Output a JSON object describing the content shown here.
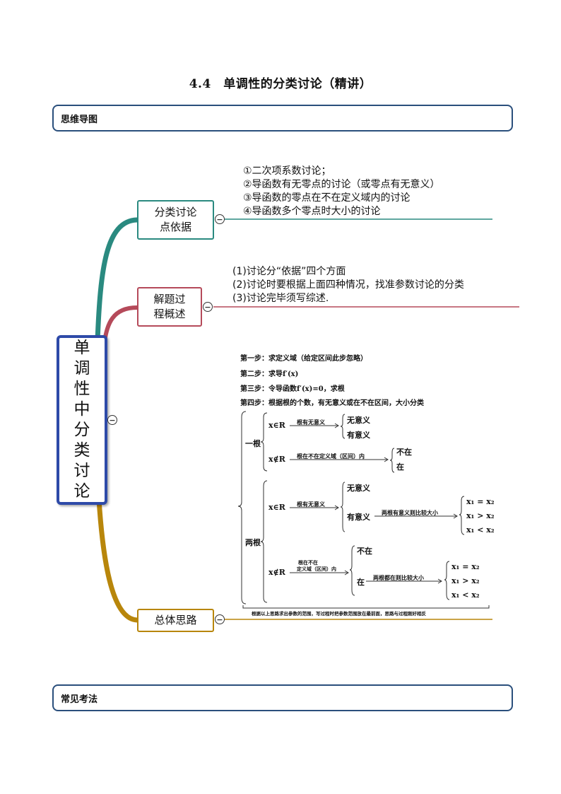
{
  "page": {
    "title": "4.4　单调性的分类讨论（精讲）"
  },
  "sections": {
    "mind_map": "思维导图",
    "common_types": "常见考法"
  },
  "mindmap": {
    "root": [
      "单",
      "调",
      "性",
      "中",
      "分",
      "类",
      "讨",
      "论"
    ],
    "branch1": {
      "label_line1": "分类讨论",
      "label_line2": "点依据",
      "color": "#2a8a80",
      "notes": [
        "①二次项系数讨论；",
        "②导函数有无零点的讨论（或零点有无意义）",
        "③导函数的零点在不在定义域内的讨论",
        "④导函数多个零点时大小的讨论"
      ]
    },
    "branch2": {
      "label_line1": "解题过",
      "label_line2": "程概述",
      "color": "#b54a5a",
      "notes": [
        "(1)讨论分“依据”四个方面",
        "(2)讨论时要根据上面四种情况，找准参数讨论的分类",
        "(3)讨论完毕须写综述."
      ]
    },
    "branch3": {
      "label": "总体思路",
      "color": "#b8860b",
      "steps": [
        "第一步：求定义域（给定区间此步忽略）",
        "第二步：求导f′(x)",
        "第三步：令导函数f′(x)=0，求根",
        "第四步：根据根的个数，有无意义或在不在区间，大小分类"
      ],
      "tree": {
        "one_root": "一根",
        "two_roots": "两根",
        "x_in_R": "x∈R",
        "x_notin_R": "x∉R",
        "root_meaning": "根有无意义",
        "no_meaning": "无意义",
        "has_meaning": "有意义",
        "root_in_domain": "根在不在定义域（区间）内",
        "not_in": "不在",
        "in": "在",
        "two_meaning_compare": "两根有意义则比较大小",
        "two_in_compare": "两根都在则比较大小",
        "root_not_in_line1": "根在不在",
        "root_not_in_line2": "定义域（区间）内",
        "eq": "x₁ = x₂",
        "gt": "x₁ > x₂",
        "lt": "x₁ < x₂",
        "summary": "根据以上思路求出参数的范围，写过程时把参数范围放在最前面，思路与过程刚好相反"
      }
    },
    "collapse_symbol": "−"
  }
}
